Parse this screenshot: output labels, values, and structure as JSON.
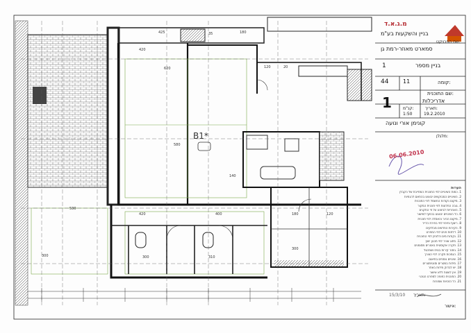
{
  "titleblock": {
    "company_code": "מ.ג.א.ד",
    "company_name": "בניין והשקעות בע\"מ",
    "project_label": "שם הפרויקט:",
    "project_name": "סמארט מאוזר-רמת גן",
    "building_number": "1",
    "building_label": "בניין מספר",
    "sheet_number": "44",
    "floor_value": "11",
    "floor_label": "קומה:",
    "discipline_label": "שם התוכנית:",
    "discipline_value": "אדריכלות",
    "drawing_number": "1",
    "scale_label": "קנ\"מ:",
    "scale": "1:50",
    "date_label": "תאריך:",
    "date": "19.2.2010",
    "apartment_type": "קונימן אורי ונועה",
    "remarks_label": "מלגלן:",
    "drawn_label": "תאריך:",
    "revision_note": "15/3/10",
    "approval_label": "אישור:"
  },
  "stamp": {
    "date": "06.06.2010"
  },
  "notes": {
    "title": "הערות",
    "lines": [
      "1. כמות השינויים לפי התוכנית המחייבת של הקבלן",
      "2. השינויים המבוקשים יבוצעו בהתאם להנחיות",
      "3. מיקום נקודות החשמל לפי התוכנית",
      "4. גובה החלונות לפי תוכנית המקור",
      "5. האחריות לביצוע על פי התקנים",
      "6. כל השינויים יבוצעו בכפוף לאישור",
      "7. מיקום הכיור והאסלה לפי תוכנית",
      "8. ריצוף וחיפוי לפי בחירת הדייר",
      "9. הקירות החדשים מבלוקים",
      "10. דלתות פנים לפי המפרט",
      "11. נקודות מים ודלוחין לפי התוכנית",
      "12. מיזוג אוויר לפי תכנון יועץ",
      "13. תקרה אקוסטית באזורים מסומנים",
      "14. גימור קירות בטיח ושפכטל",
      "15. הנמכות תקרה לפי הצורך",
      "16. שינויים נוספים בתיאום",
      "17. מידות במטרים וסנטימטרים",
      "18. יש לבדוק מידות באתר",
      "19. אין לשנות ללא אישור",
      "20. התוכנית כפופה למפרט הטכני",
      "21. כל הזכויות שמורות"
    ]
  }
}
